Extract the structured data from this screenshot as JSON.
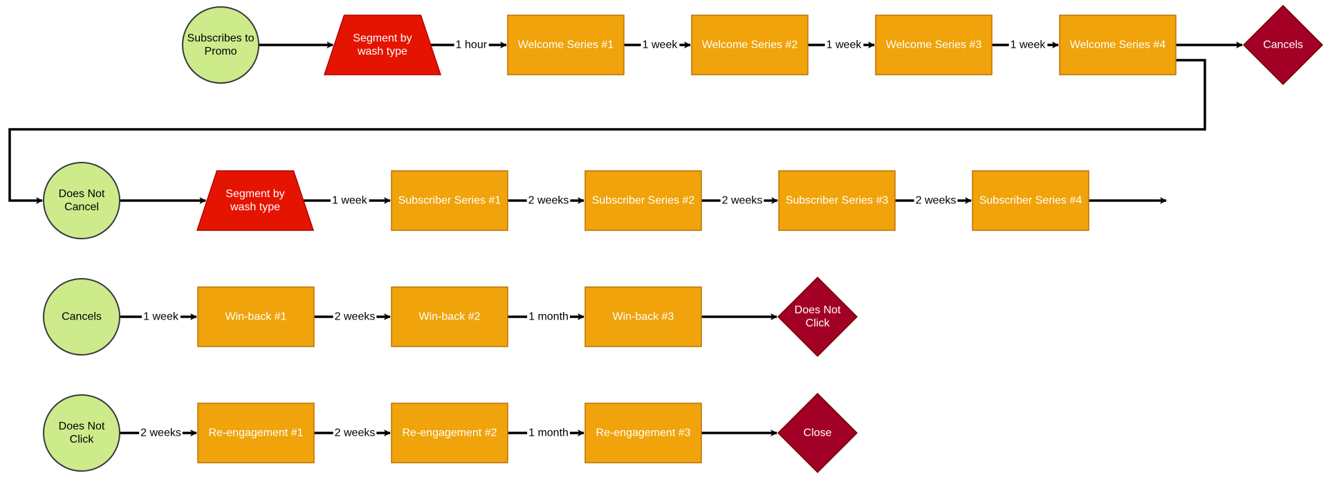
{
  "colors": {
    "circle_fill": "#cdeb8b",
    "circle_stroke": "#36393d",
    "trapezoid_fill": "#e51400",
    "trapezoid_stroke": "#b20000",
    "process_fill": "#f0a30a",
    "process_stroke": "#bd7000",
    "diamond_fill": "#a20025",
    "diamond_stroke": "#6f0000",
    "edge": "#000000"
  },
  "nodes": [
    {
      "id": "subscribes",
      "shape": "circle",
      "lines": [
        "Subscribes to",
        "Promo"
      ]
    },
    {
      "id": "segment1",
      "shape": "trapezoid",
      "lines": [
        "Segment by",
        "wash type"
      ]
    },
    {
      "id": "welcome1",
      "shape": "process",
      "lines": [
        "Welcome Series #1"
      ]
    },
    {
      "id": "welcome2",
      "shape": "process",
      "lines": [
        "Welcome Series #2"
      ]
    },
    {
      "id": "welcome3",
      "shape": "process",
      "lines": [
        "Welcome Series #3"
      ]
    },
    {
      "id": "welcome4",
      "shape": "process",
      "lines": [
        "Welcome Series #4"
      ]
    },
    {
      "id": "cancels_d",
      "shape": "diamond",
      "lines": [
        "Cancels"
      ]
    },
    {
      "id": "doesnotcancel",
      "shape": "circle",
      "lines": [
        "Does Not",
        "Cancel"
      ]
    },
    {
      "id": "segment2",
      "shape": "trapezoid",
      "lines": [
        "Segment by",
        "wash type"
      ]
    },
    {
      "id": "sub1",
      "shape": "process",
      "lines": [
        "Subscriber Series #1"
      ]
    },
    {
      "id": "sub2",
      "shape": "process",
      "lines": [
        "Subscriber Series #2"
      ]
    },
    {
      "id": "sub3",
      "shape": "process",
      "lines": [
        "Subscriber Series #3"
      ]
    },
    {
      "id": "sub4",
      "shape": "process",
      "lines": [
        "Subscriber Series #4"
      ]
    },
    {
      "id": "cancels_c",
      "shape": "circle",
      "lines": [
        "Cancels"
      ]
    },
    {
      "id": "winback1",
      "shape": "process",
      "lines": [
        "Win-back #1"
      ]
    },
    {
      "id": "winback2",
      "shape": "process",
      "lines": [
        "Win-back #2"
      ]
    },
    {
      "id": "winback3",
      "shape": "process",
      "lines": [
        "Win-back #3"
      ]
    },
    {
      "id": "doesnotclick_d",
      "shape": "diamond",
      "lines": [
        "Does Not",
        "Click"
      ]
    },
    {
      "id": "doesnotclick_c",
      "shape": "circle",
      "lines": [
        "Does Not",
        "Click"
      ]
    },
    {
      "id": "reeng1",
      "shape": "process",
      "lines": [
        "Re-engagement #1"
      ]
    },
    {
      "id": "reeng2",
      "shape": "process",
      "lines": [
        "Re-engagement #2"
      ]
    },
    {
      "id": "reeng3",
      "shape": "process",
      "lines": [
        "Re-engagement #3"
      ]
    },
    {
      "id": "close",
      "shape": "diamond",
      "lines": [
        "Close"
      ]
    }
  ],
  "edges": [
    {
      "from": "subscribes",
      "to": "segment1",
      "label": ""
    },
    {
      "from": "segment1",
      "to": "welcome1",
      "label": "1 hour"
    },
    {
      "from": "welcome1",
      "to": "welcome2",
      "label": "1 week"
    },
    {
      "from": "welcome2",
      "to": "welcome3",
      "label": "1 week"
    },
    {
      "from": "welcome3",
      "to": "welcome4",
      "label": "1 week"
    },
    {
      "from": "welcome4",
      "to": "cancels_d",
      "label": ""
    },
    {
      "from": "welcome4",
      "to": "doesnotcancel",
      "label": ""
    },
    {
      "from": "doesnotcancel",
      "to": "segment2",
      "label": ""
    },
    {
      "from": "segment2",
      "to": "sub1",
      "label": "1 week"
    },
    {
      "from": "sub1",
      "to": "sub2",
      "label": "2 weeks"
    },
    {
      "from": "sub2",
      "to": "sub3",
      "label": "2 weeks"
    },
    {
      "from": "sub3",
      "to": "sub4",
      "label": "2 weeks"
    },
    {
      "from": "sub4",
      "to": null,
      "label": ""
    },
    {
      "from": "cancels_c",
      "to": "winback1",
      "label": "1 week"
    },
    {
      "from": "winback1",
      "to": "winback2",
      "label": "2 weeks"
    },
    {
      "from": "winback2",
      "to": "winback3",
      "label": "1 month"
    },
    {
      "from": "winback3",
      "to": "doesnotclick_d",
      "label": ""
    },
    {
      "from": "doesnotclick_c",
      "to": "reeng1",
      "label": "2 weeks"
    },
    {
      "from": "reeng1",
      "to": "reeng2",
      "label": "2 weeks"
    },
    {
      "from": "reeng2",
      "to": "reeng3",
      "label": "1 month"
    },
    {
      "from": "reeng3",
      "to": "close",
      "label": ""
    }
  ]
}
